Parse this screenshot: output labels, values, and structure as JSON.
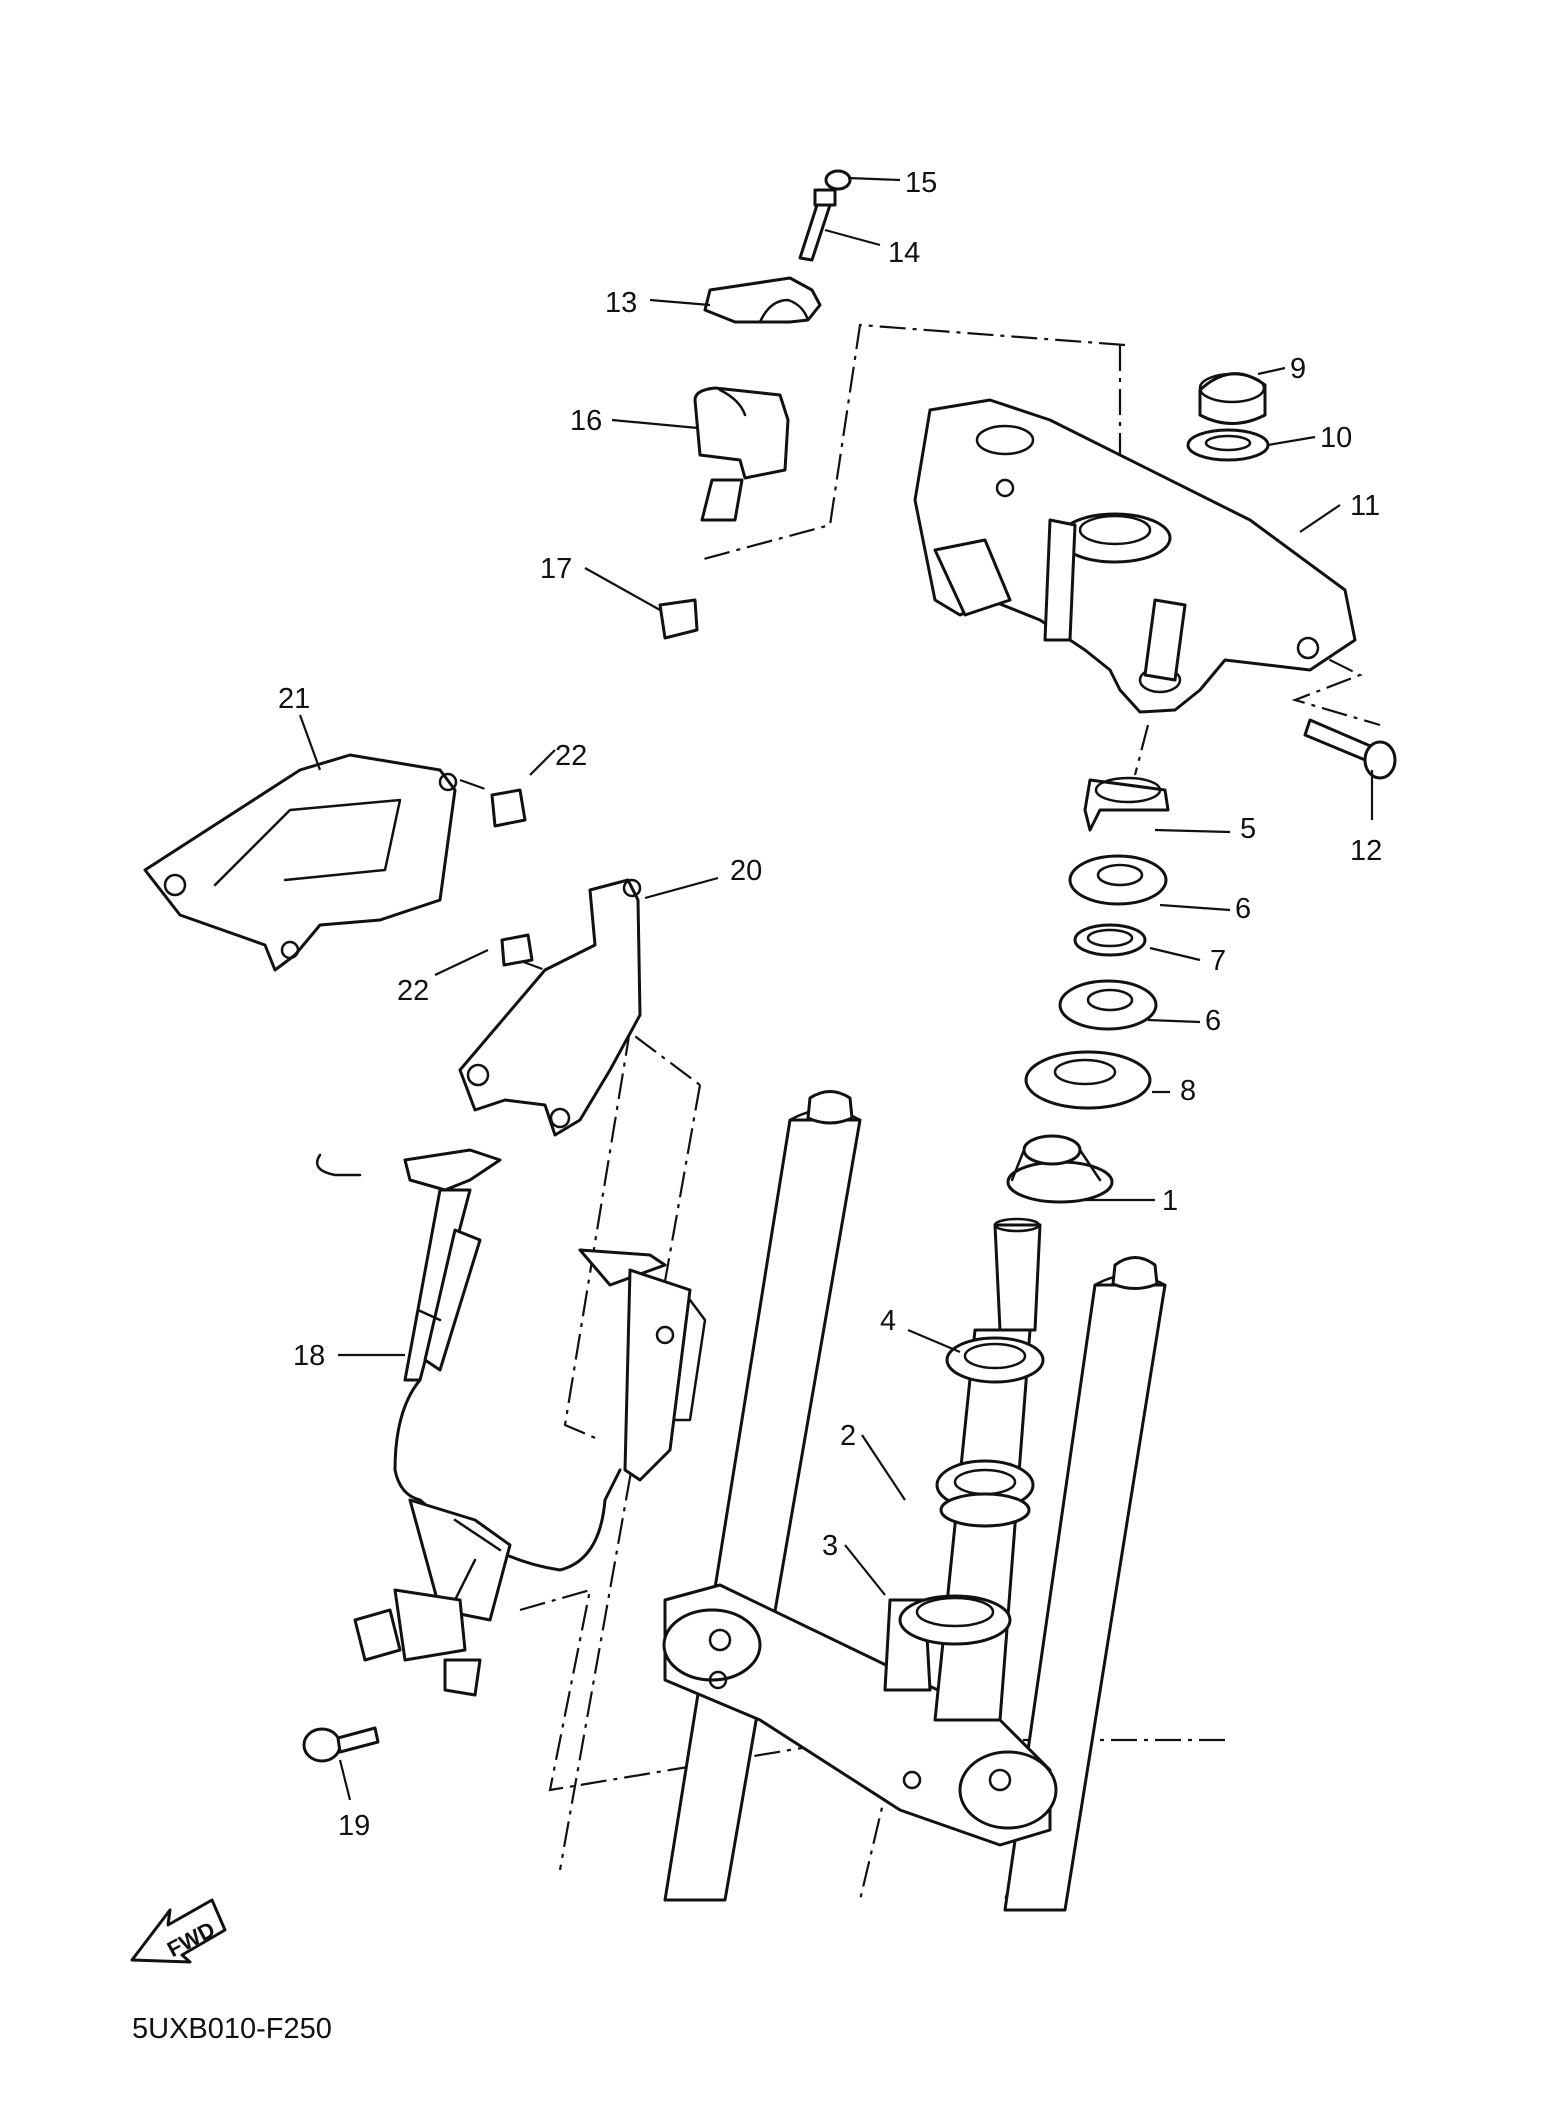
{
  "diagram": {
    "code": "5UXB010-F250",
    "fwd_label": "FWD",
    "callouts": [
      {
        "id": "1",
        "label": "1"
      },
      {
        "id": "2",
        "label": "2"
      },
      {
        "id": "3",
        "label": "3"
      },
      {
        "id": "4",
        "label": "4"
      },
      {
        "id": "5",
        "label": "5"
      },
      {
        "id": "6a",
        "label": "6"
      },
      {
        "id": "6b",
        "label": "6"
      },
      {
        "id": "7",
        "label": "7"
      },
      {
        "id": "8",
        "label": "8"
      },
      {
        "id": "9",
        "label": "9"
      },
      {
        "id": "10",
        "label": "10"
      },
      {
        "id": "11",
        "label": "11"
      },
      {
        "id": "12",
        "label": "12"
      },
      {
        "id": "13",
        "label": "13"
      },
      {
        "id": "14",
        "label": "14"
      },
      {
        "id": "15",
        "label": "15"
      },
      {
        "id": "16",
        "label": "16"
      },
      {
        "id": "17",
        "label": "17"
      },
      {
        "id": "18",
        "label": "18"
      },
      {
        "id": "19",
        "label": "19"
      },
      {
        "id": "20",
        "label": "20"
      },
      {
        "id": "21",
        "label": "21"
      },
      {
        "id": "22a",
        "label": "22"
      },
      {
        "id": "22b",
        "label": "22"
      }
    ]
  }
}
